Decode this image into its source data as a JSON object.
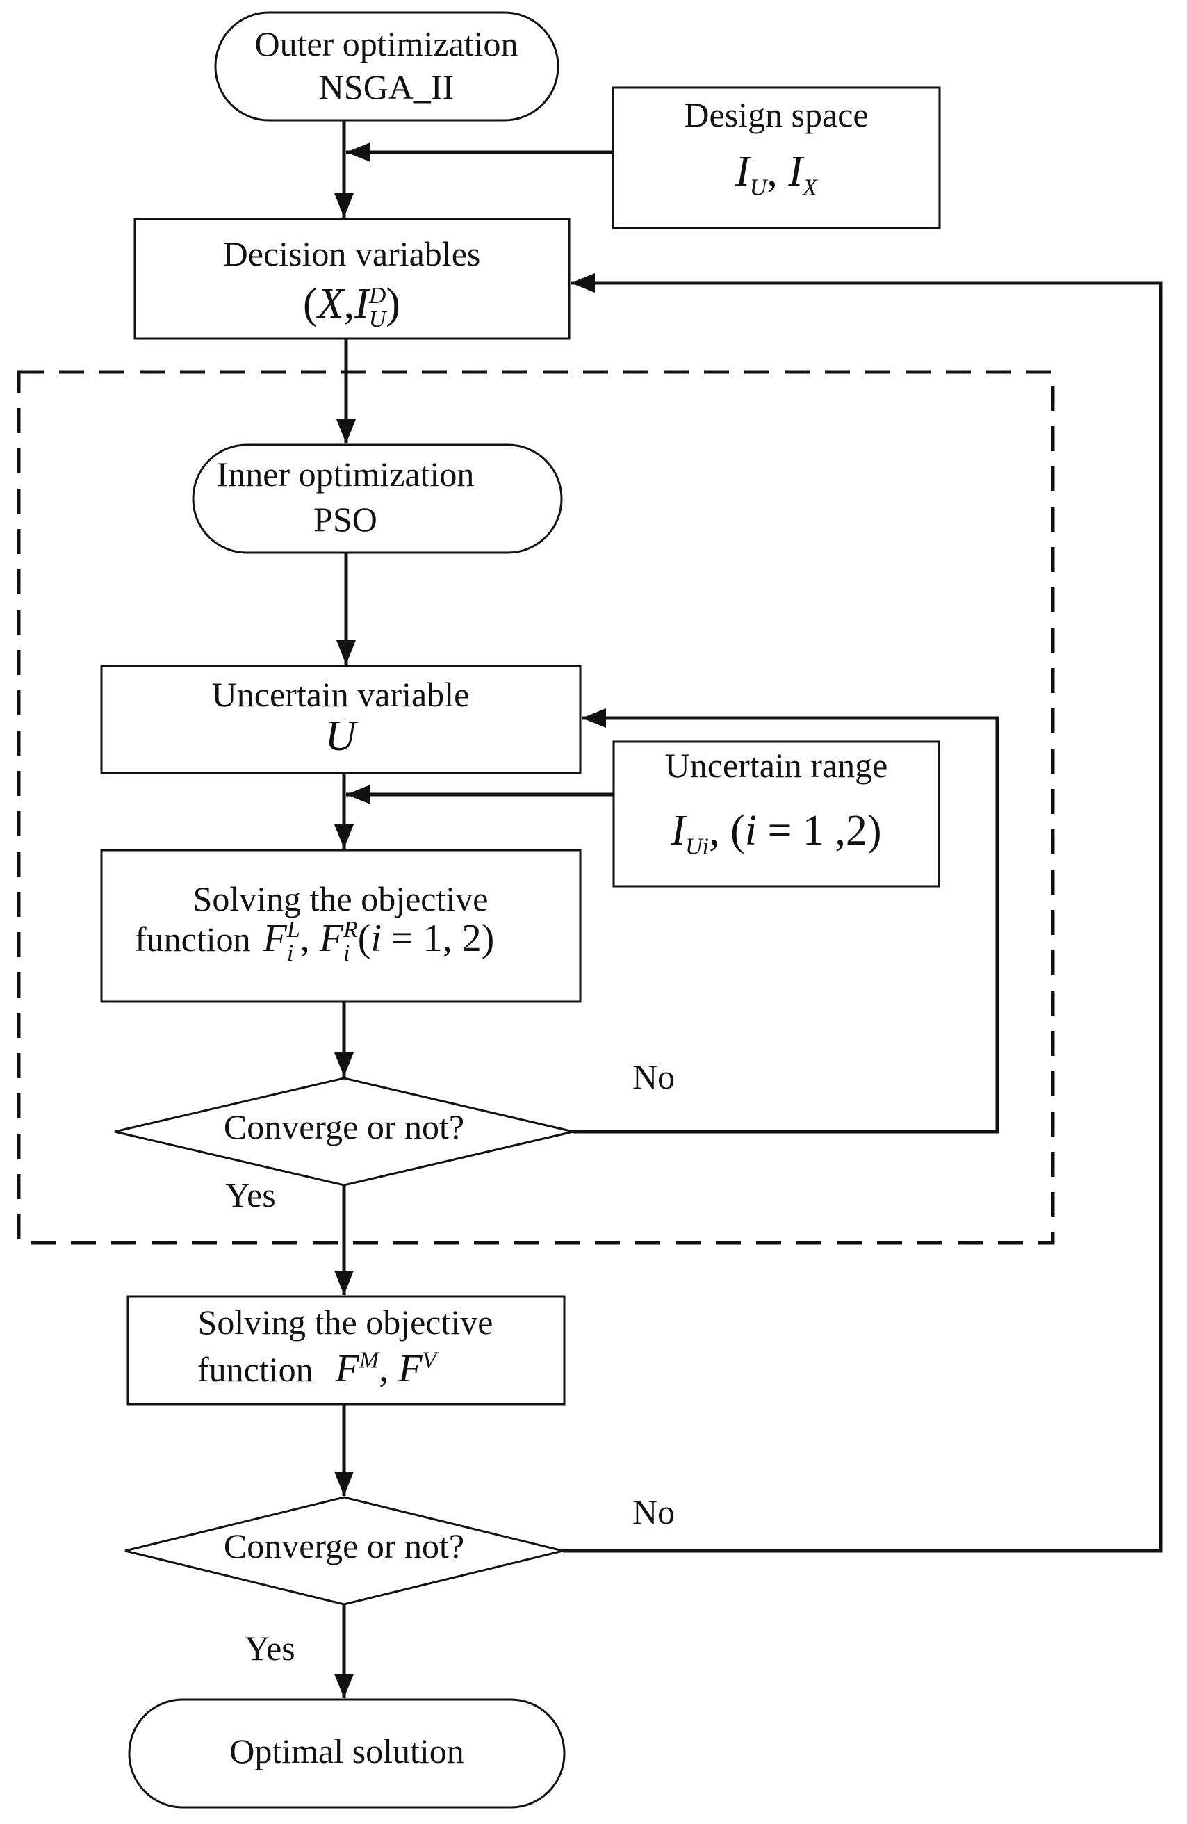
{
  "nodes": {
    "outer_opt": {
      "line1": "Outer optimization",
      "line2": "NSGA_II"
    },
    "design_space": {
      "title": "Design space",
      "math": {
        "a": "I",
        "a_sub": "U",
        "sep": ",",
        "b": "I",
        "b_sub": "X"
      }
    },
    "decision_vars": {
      "title": "Decision variables",
      "math": {
        "open": "(",
        "x": "X",
        "comma": ",",
        "i": "I",
        "i_sup": "D",
        "i_sub": "U",
        "close": ")"
      }
    },
    "inner_opt": {
      "line1": "Inner optimization",
      "line2": "PSO"
    },
    "uncertain_var": {
      "title": "Uncertain variable",
      "math": "U"
    },
    "uncertain_range": {
      "title": "Uncertain range",
      "math": {
        "i": "I",
        "i_sub": "Ui",
        "rest_pre": ",  (",
        "idx": "i",
        "rest_post": " = 1 ,2)"
      }
    },
    "solve_inner": {
      "line1": "Solving the objective",
      "line2": "function",
      "math": {
        "f1": "F",
        "f1_sup": "L",
        "f1_sub": "i",
        "sep": ",",
        "f2": "F",
        "f2_sup": "R",
        "f2_sub": "i",
        "tail_pre": "(",
        "idx": "i",
        "tail_post": " = 1, 2)"
      }
    },
    "converge_inner": {
      "label": "Converge or not?"
    },
    "solve_outer": {
      "line1": "Solving the objective",
      "line2": "function",
      "math": {
        "f1": "F",
        "f1_sup": "M",
        "sep": ",",
        "f2": "F",
        "f2_sup": "V"
      }
    },
    "converge_outer": {
      "label": "Converge or not?"
    },
    "optimal": {
      "label": "Optimal solution"
    }
  },
  "edge_labels": {
    "inner_no": "No",
    "inner_yes": "Yes",
    "outer_no": "No",
    "outer_yes": "Yes"
  }
}
